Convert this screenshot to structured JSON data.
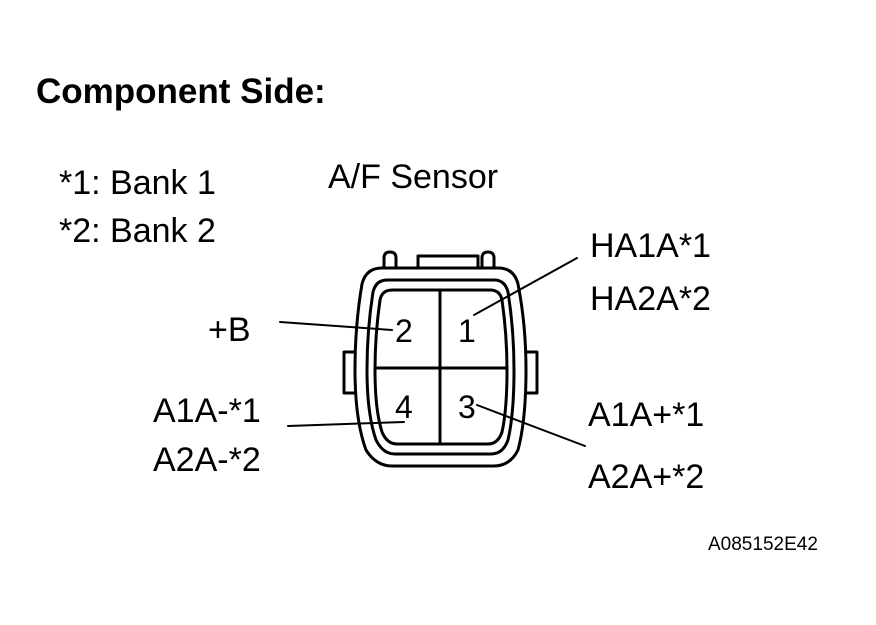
{
  "heading": "Component Side:",
  "notes": [
    "*1: Bank 1",
    "*2: Bank 2"
  ],
  "sensor_name": "A/F Sensor",
  "pins": {
    "pin1": {
      "number": "1",
      "labels": [
        "HA1A*1",
        "HA2A*2"
      ]
    },
    "pin2": {
      "number": "2",
      "labels": [
        "+B"
      ]
    },
    "pin3": {
      "number": "3",
      "labels": [
        "A1A+*1",
        "A2A+*2"
      ]
    },
    "pin4": {
      "number": "4",
      "labels": [
        "A1A-*1",
        "A2A-*2"
      ]
    }
  },
  "reference_code": "A085152E42"
}
